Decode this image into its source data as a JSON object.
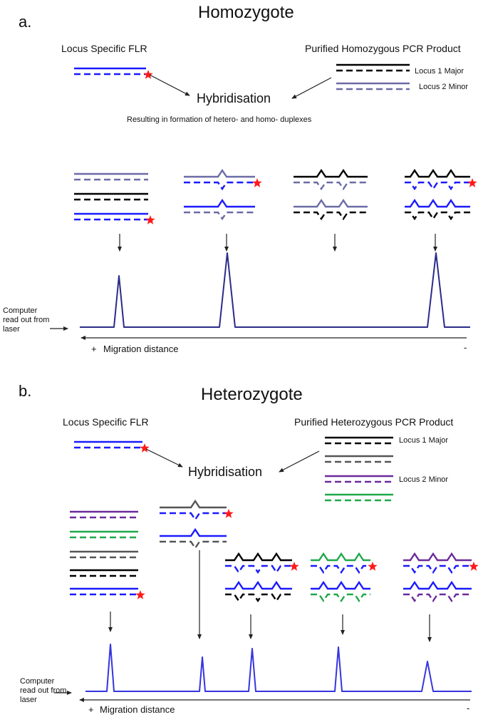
{
  "panel_a": {
    "letter": "a.",
    "title": "Homozygote",
    "flr_label": "Locus Specific FLR",
    "product_label": "Purified Homozygous PCR Product",
    "locus1": "Locus 1 Major",
    "locus2": "Locus 2 Minor",
    "hybridisation": "Hybridisation",
    "subtitle": "Resulting in formation of hetero- and homo- duplexes",
    "computer": "Computer read out from laser",
    "plus": "+",
    "migration": "Migration distance",
    "minus": "-"
  },
  "panel_b": {
    "letter": "b.",
    "title": "Heterozygote",
    "flr_label": "Locus Specific FLR",
    "product_label": "Purified Heterozygous PCR Product",
    "locus1": "Locus 1 Major",
    "locus2": "Locus 2 Minor",
    "hybridisation": "Hybridisation",
    "computer": "Computer read out from laser",
    "plus": "+",
    "migration": "Migration distance",
    "minus": "-"
  },
  "colors": {
    "blue": "#1a1aff",
    "black": "#000000",
    "slate": "#6b6ba6",
    "gray": "#555555",
    "purple": "#6a2a9a",
    "green": "#1fa84a",
    "trace_a": "#2b2b8a",
    "trace_b": "#3535e0",
    "star": "#ff1a1a"
  }
}
